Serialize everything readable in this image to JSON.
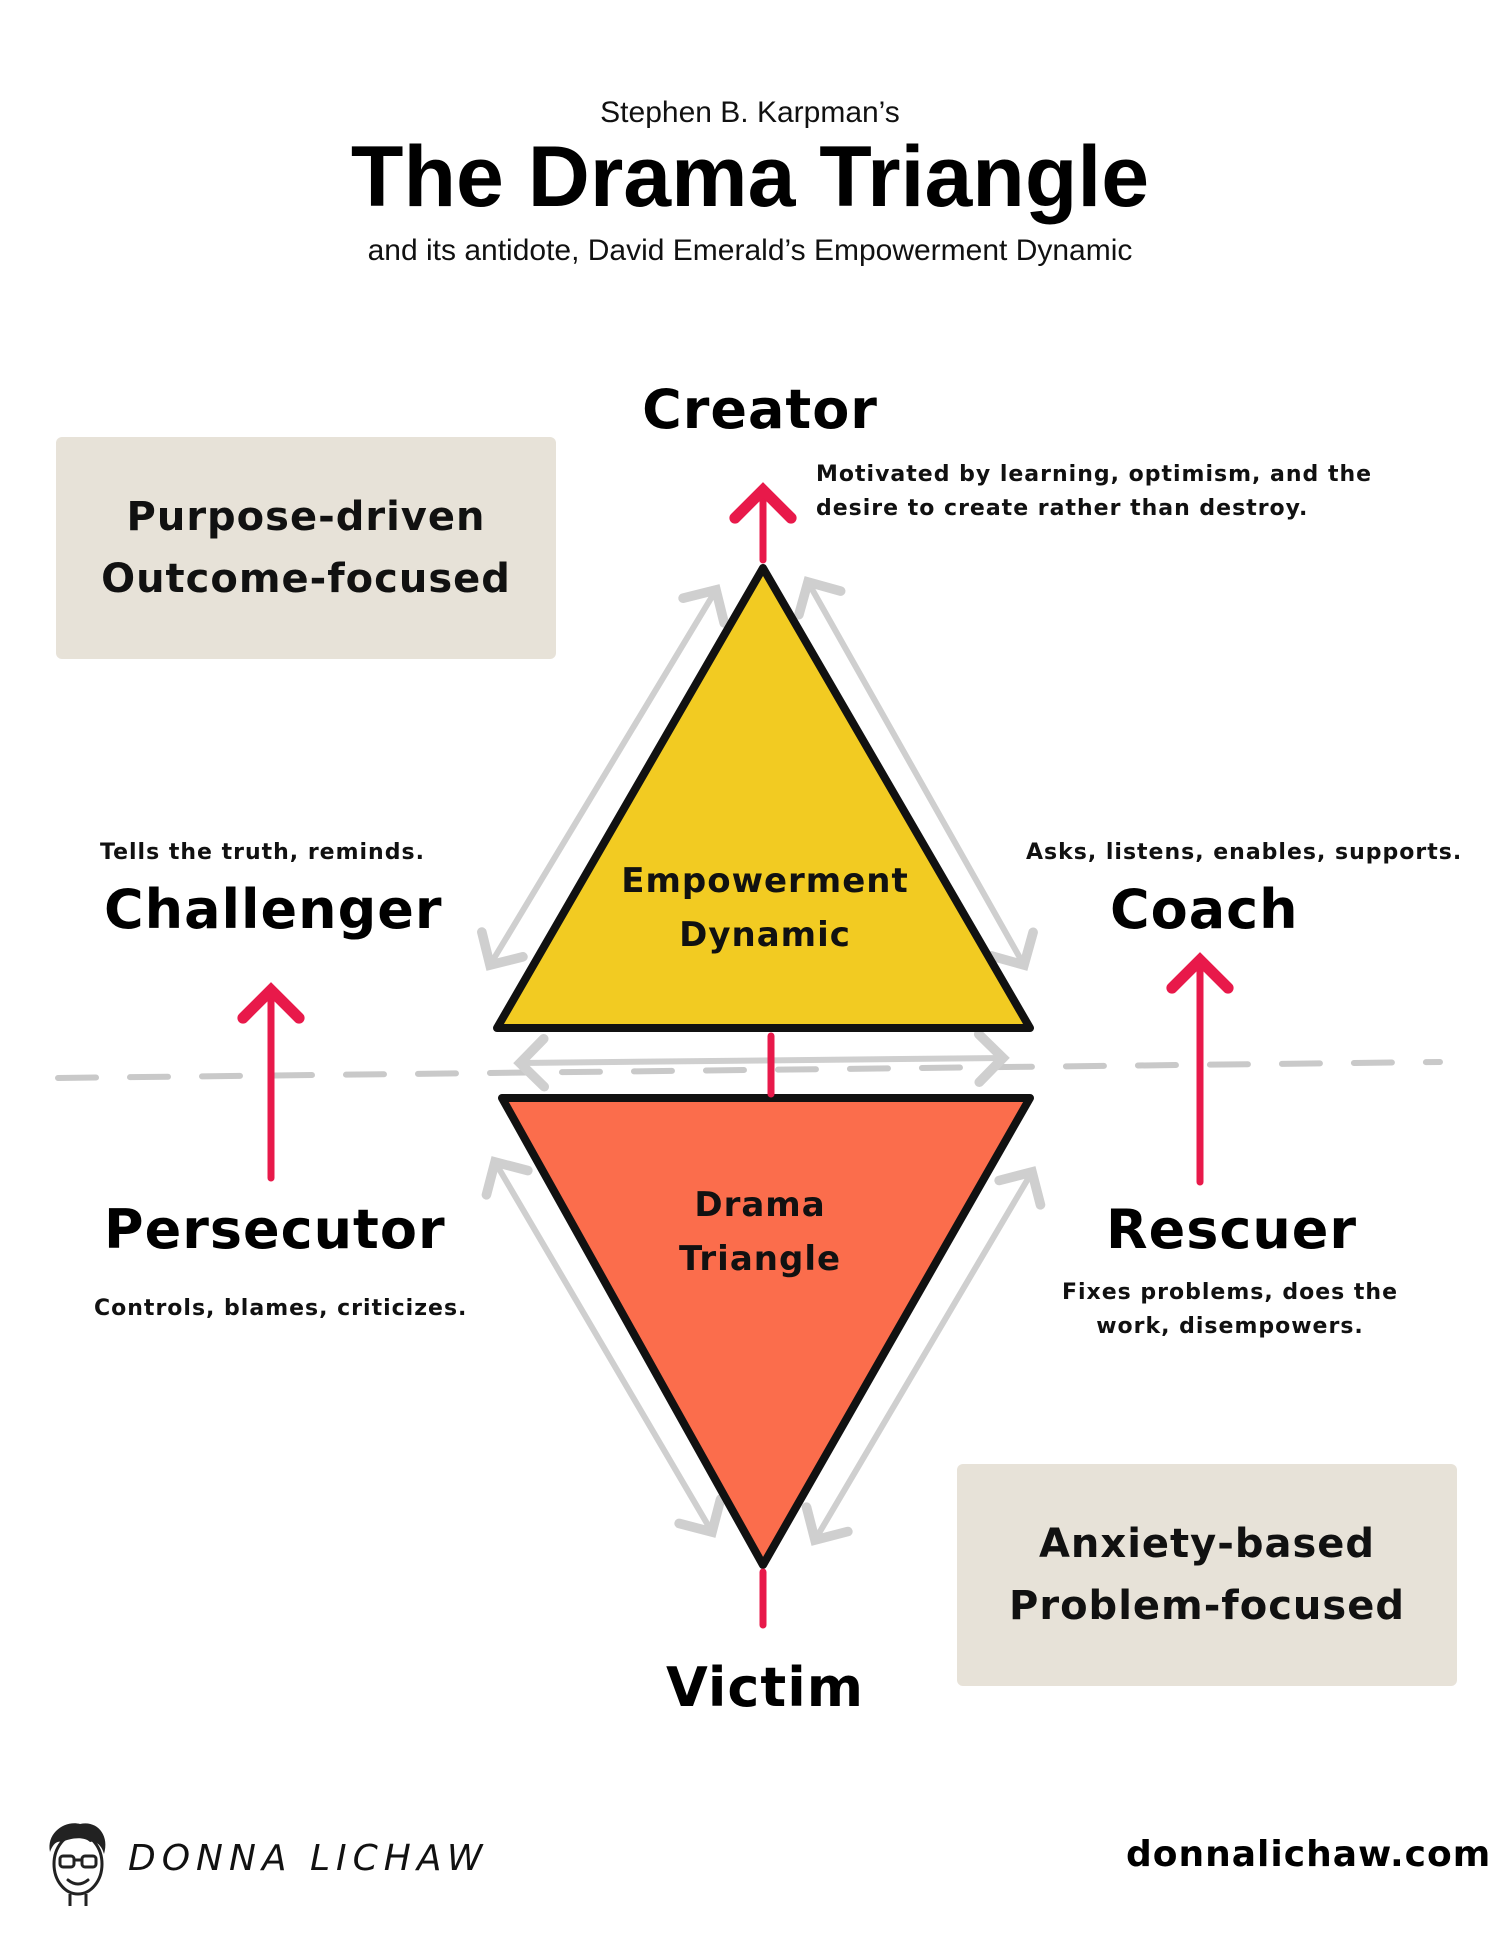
{
  "header": {
    "kicker": "Stephen B. Karpman’s",
    "title": "The Drama Triangle",
    "subtitle": "and its antidote, David Emerald’s Empowerment Dynamic"
  },
  "upper_box": {
    "line1": "Purpose-driven",
    "line2": "Outcome-focused"
  },
  "lower_box": {
    "line1": "Anxiety-based",
    "line2": "Problem-focused"
  },
  "empowerment": {
    "triangle_label_1": "Empowerment",
    "triangle_label_2": "Dynamic",
    "creator": {
      "name": "Creator",
      "desc_1": "Motivated by learning, optimism, and the",
      "desc_2": "desire to create rather than destroy."
    },
    "challenger": {
      "name": "Challenger",
      "desc": "Tells the truth, reminds."
    },
    "coach": {
      "name": "Coach",
      "desc": "Asks, listens, enables, supports."
    }
  },
  "drama": {
    "triangle_label_1": "Drama",
    "triangle_label_2": "Triangle",
    "victim": {
      "name": "Victim"
    },
    "persecutor": {
      "name": "Persecutor",
      "desc": "Controls, blames, criticizes."
    },
    "rescuer": {
      "name": "Rescuer",
      "desc_1": "Fixes problems, does the",
      "desc_2": "work, disempowers."
    }
  },
  "footer": {
    "author": "DONNA LICHAW",
    "website": "donnalichaw.com"
  },
  "colors": {
    "empowerment_fill": "#f2cb22",
    "drama_fill": "#fb6d4c",
    "arrow_red": "#e8194a",
    "arrow_gray": "#cfcfcf",
    "box_beige": "#e7e2d8"
  }
}
